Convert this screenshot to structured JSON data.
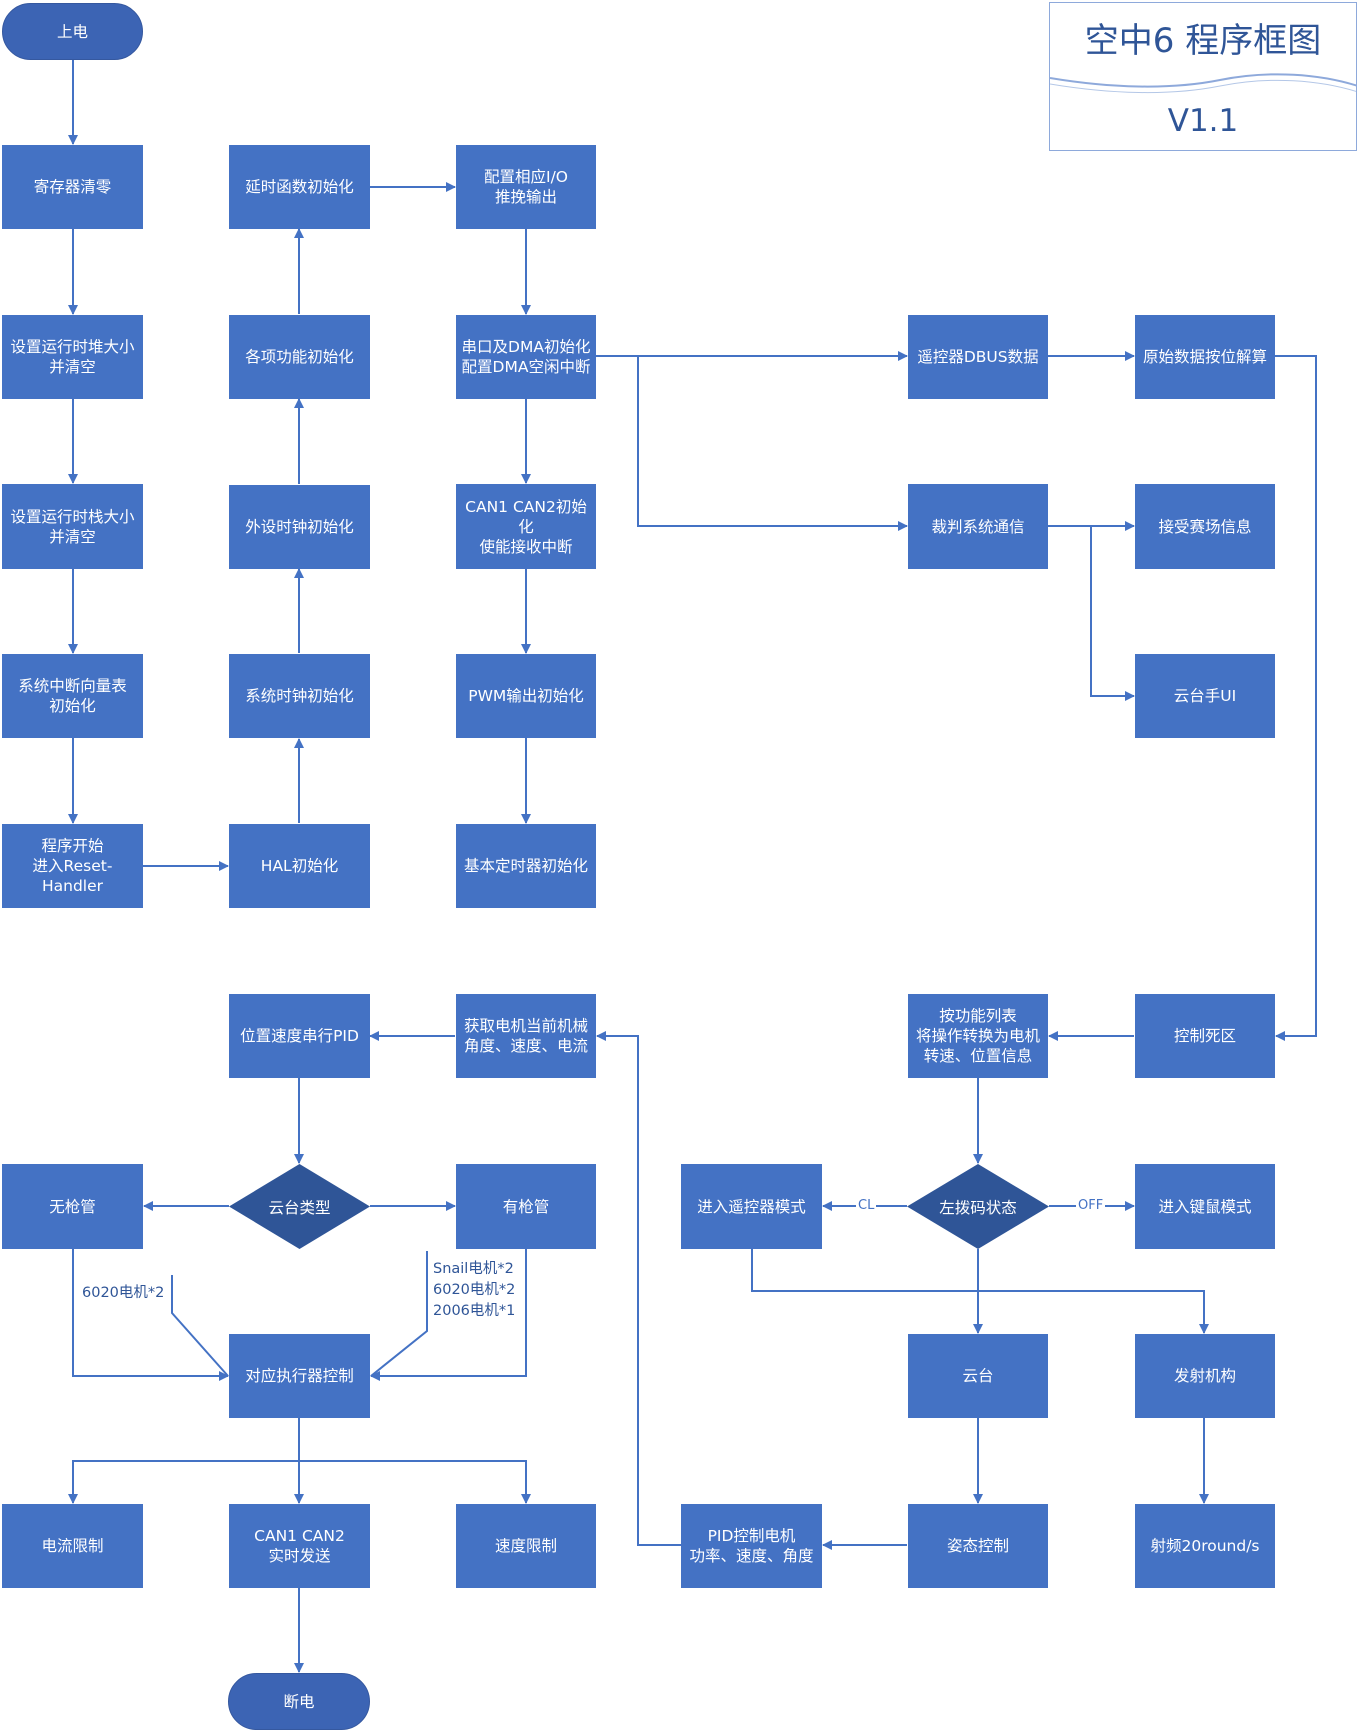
{
  "title": {
    "line1": "空中6 程序框图",
    "line2": "V1.1"
  },
  "colors": {
    "box": "#4472C4",
    "terminal": "#3C64B4",
    "line": "#4472C4",
    "text": "#ffffff"
  },
  "nodes": {
    "power_on": "上电",
    "reg_clear": "寄存器清零",
    "heap_setup": "设置运行时堆大小\n并清空",
    "stack_setup": "设置运行时栈大小\n并清空",
    "vector_table": "系统中断向量表\n初始化",
    "program_start": "程序开始\n进入Reset-Handler",
    "hal_init": "HAL初始化",
    "sysclk_init": "系统时钟初始化",
    "periph_clk_init": "外设时钟初始化",
    "func_init": "各项功能初始化",
    "delay_init": "延时函数初始化",
    "io_config": "配置相应I/O\n推挽输出",
    "uart_dma": "串口及DMA初始化\n配置DMA空闲中断",
    "can_init": "CAN1 CAN2初始化\n使能接收中断",
    "pwm_init": "PWM输出初始化",
    "timer_init": "基本定时器初始化",
    "dbus": "遥控器DBUS数据",
    "raw_decode": "原始数据按位解算",
    "referee": "裁判系统通信",
    "field_info": "接受赛场信息",
    "gimbal_ui": "云台手UI",
    "deadzone": "控制死区",
    "func_map": "按功能列表\n将操作转换为电机\n转速、位置信息",
    "switch_state": "左拨码状态",
    "rc_mode": "进入遥控器模式",
    "km_mode": "进入键鼠模式",
    "gimbal": "云台",
    "shooter": "发射机构",
    "attitude": "姿态控制",
    "fire_rate": "射频20round/s",
    "pid_motor": "PID控制电机\n功率、速度、角度",
    "get_motor": "获取电机当前机械\n角度、速度、电流",
    "pos_speed_pid": "位置速度串行PID",
    "gimbal_type": "云台类型",
    "no_barrel": "无枪管",
    "with_barrel": "有枪管",
    "actuator": "对应执行器控制",
    "current_limit": "电流限制",
    "can_send": "CAN1 CAN2\n实时发送",
    "speed_limit": "速度限制",
    "power_off": "断电"
  },
  "edge_labels": {
    "cl": "CL",
    "off": "OFF"
  },
  "annotations": {
    "left_motors": "6020电机*2",
    "right_motors": "Snail电机*2\n6020电机*2\n2006电机*1"
  }
}
